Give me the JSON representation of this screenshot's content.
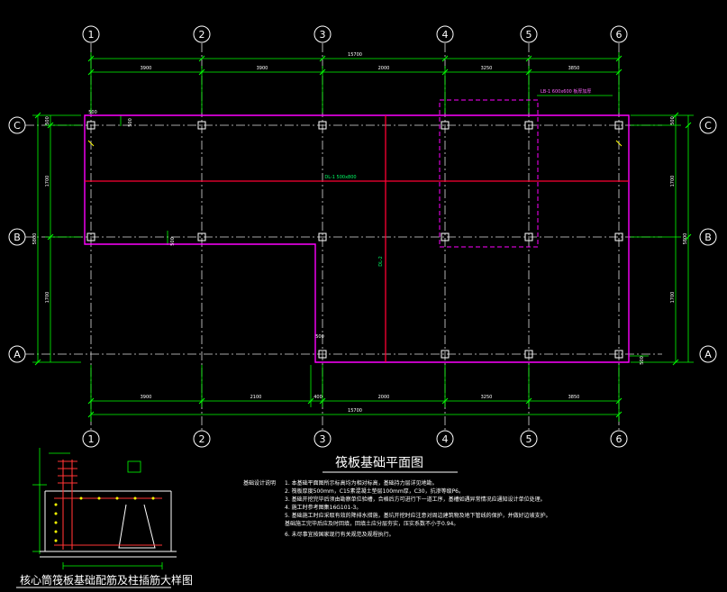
{
  "plan": {
    "title": "筏板基础平面图",
    "top_axes": [
      "1",
      "2",
      "3",
      "4",
      "5",
      "6"
    ],
    "bottom_axes": [
      "1",
      "2",
      "3",
      "4",
      "5",
      "6"
    ],
    "left_axes": [
      "C",
      "B",
      "A"
    ],
    "right_axes": [
      "C",
      "B",
      "A"
    ],
    "top_total_dim": "15700",
    "top_dims": [
      "3900",
      "3900",
      "2000",
      "3250",
      "3850"
    ],
    "bottom_total_dim": "15700",
    "bottom_dims": [
      "3900",
      "2100",
      "400",
      "2000",
      "3250",
      "3850"
    ],
    "left_total_dim": "5800",
    "left_dims": [
      "500",
      "1700",
      "1700"
    ],
    "right_total_dim": "5800",
    "right_dims": [
      "500",
      "1700",
      "1700"
    ],
    "edge_labels": [
      "500",
      "500",
      "500",
      "500",
      "500"
    ],
    "callout_text": "LB-1 600x600 板厚加厚",
    "beam_labels": [
      "DL-1 500x800",
      "DL-2"
    ]
  },
  "notes": {
    "heading": "基础设计说明",
    "items": [
      "1. 本基础平面图所示标高均为相对标高，基础持力层详见地勘。",
      "2. 筏板厚度500mm，C15素混凝土垫层100mm厚，C30，抗渗等级P6。",
      "3. 基础开挖完毕后须由勘察单位验槽，合格后方可进行下一道工序，基槽如遇异常情况应通知设计单位处理。",
      "4. 施工时参考图集16G101-3。",
      "5. 基础施工时应采取有效的降排水措施，基坑开挖时应注意对周边建筑物及地下管线的保护，并做好边坡支护。",
      "   基础施工完毕后应及时回填，回填土应分层夯实，压实系数不小于0.94。",
      "6. 未尽事宜按国家现行有关规范及规程执行。"
    ]
  },
  "detail": {
    "title": "核心筒筏板基础配筋及柱插筋大样图"
  },
  "colors": {
    "background": "#000000",
    "dimension": "#00ff00",
    "raft_outline": "#ff00ff",
    "beam": "#ff0033",
    "axis_grid": "#ffffff",
    "column": "#ffffff"
  }
}
